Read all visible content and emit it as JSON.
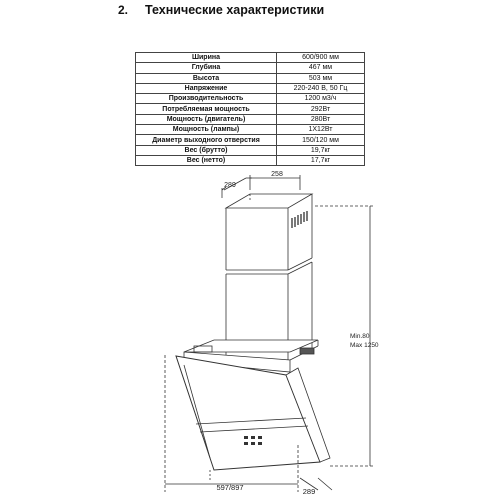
{
  "section": {
    "number": "2.",
    "title": "Технические характеристики"
  },
  "specs": [
    {
      "label": "Ширина",
      "value": "600/900 мм"
    },
    {
      "label": "Глубина",
      "value": "467 мм"
    },
    {
      "label": "Высота",
      "value": "503 мм"
    },
    {
      "label": "Напряжение",
      "value": "220-240 В, 50 Гц"
    },
    {
      "label": "Производительность",
      "value": "1200 м3/ч"
    },
    {
      "label": "Потребляемая мощность",
      "value": "292Вт"
    },
    {
      "label": "Мощность (двигатель)",
      "value": "280Вт"
    },
    {
      "label": "Мощность (лампы)",
      "value": "1X12Вт"
    },
    {
      "label": "Диаметр выходного отверстия",
      "value": "150/120 мм"
    },
    {
      "label": "Вес (брутто)",
      "value": "19,7кг"
    },
    {
      "label": "Вес (нетто)",
      "value": "17,7кг"
    }
  ],
  "drawing": {
    "dim_depth_top": "289",
    "dim_width_top": "258",
    "dim_height_min": "Min.80",
    "dim_height_max": "Max 1250",
    "dim_width_bottom": "597/897",
    "dim_depth_bottom": "289"
  }
}
